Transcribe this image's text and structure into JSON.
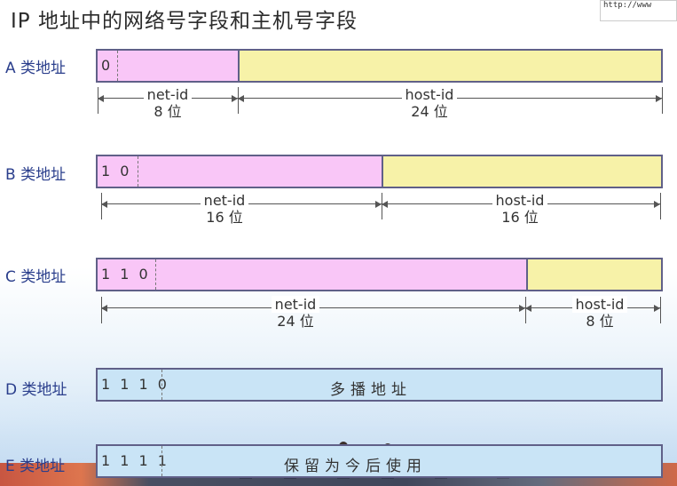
{
  "title": "IP 地址中的网络号字段和主机号字段",
  "stamp": "http://www",
  "classes": {
    "a": {
      "label": "A 类地址",
      "prefix": "0",
      "net_name": "net-id",
      "net_bits": "8 位",
      "host_name": "host-id",
      "host_bits": "24 位"
    },
    "b": {
      "label": "B 类地址",
      "prefix": "1 0",
      "net_name": "net-id",
      "net_bits": "16 位",
      "host_name": "host-id",
      "host_bits": "16 位"
    },
    "c": {
      "label": "C 类地址",
      "prefix": "1 1 0",
      "net_name": "net-id",
      "net_bits": "24 位",
      "host_name": "host-id",
      "host_bits": "8 位"
    },
    "d": {
      "label": "D 类地址",
      "prefix": "1 1 1 0",
      "text": "多播地址"
    },
    "e": {
      "label": "E 类地址",
      "prefix": "1 1 1 1",
      "text": "保留为今后使用"
    }
  },
  "colors": {
    "net_fill": "#f9c6f7",
    "host_fill": "#f7f2a8",
    "reserved_fill": "#c9e4f6",
    "label_color": "#2a3e8c"
  }
}
